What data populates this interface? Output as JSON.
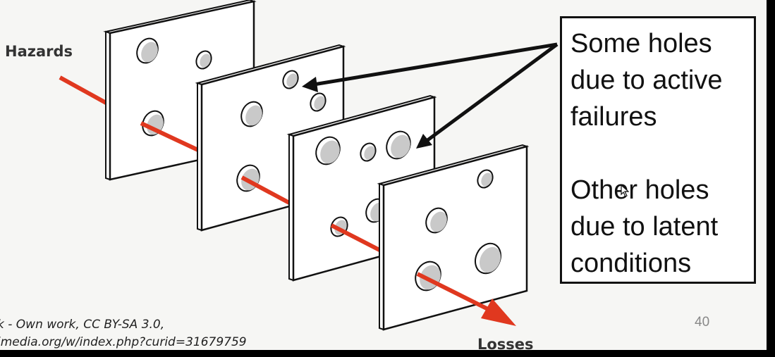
{
  "diagram": {
    "labels": {
      "hazards": "Hazards",
      "losses": "Losses"
    },
    "callout": {
      "line1": "Some holes",
      "line2": "due to active",
      "line3": "failures",
      "line4": "Other holes",
      "line5": "due to latent",
      "line6": "conditions"
    },
    "credit": {
      "line1": "k - Own work, CC BY-SA 3.0,",
      "line2": "imedia.org/w/index.php?curid=31679759"
    },
    "page_number": "40",
    "colors": {
      "arrow": "#e0381f",
      "slide_background": "#f6f6f4",
      "panel_face": "#ffffff",
      "outline": "#111111"
    },
    "icons": [
      "mouse-cursor-icon"
    ]
  }
}
